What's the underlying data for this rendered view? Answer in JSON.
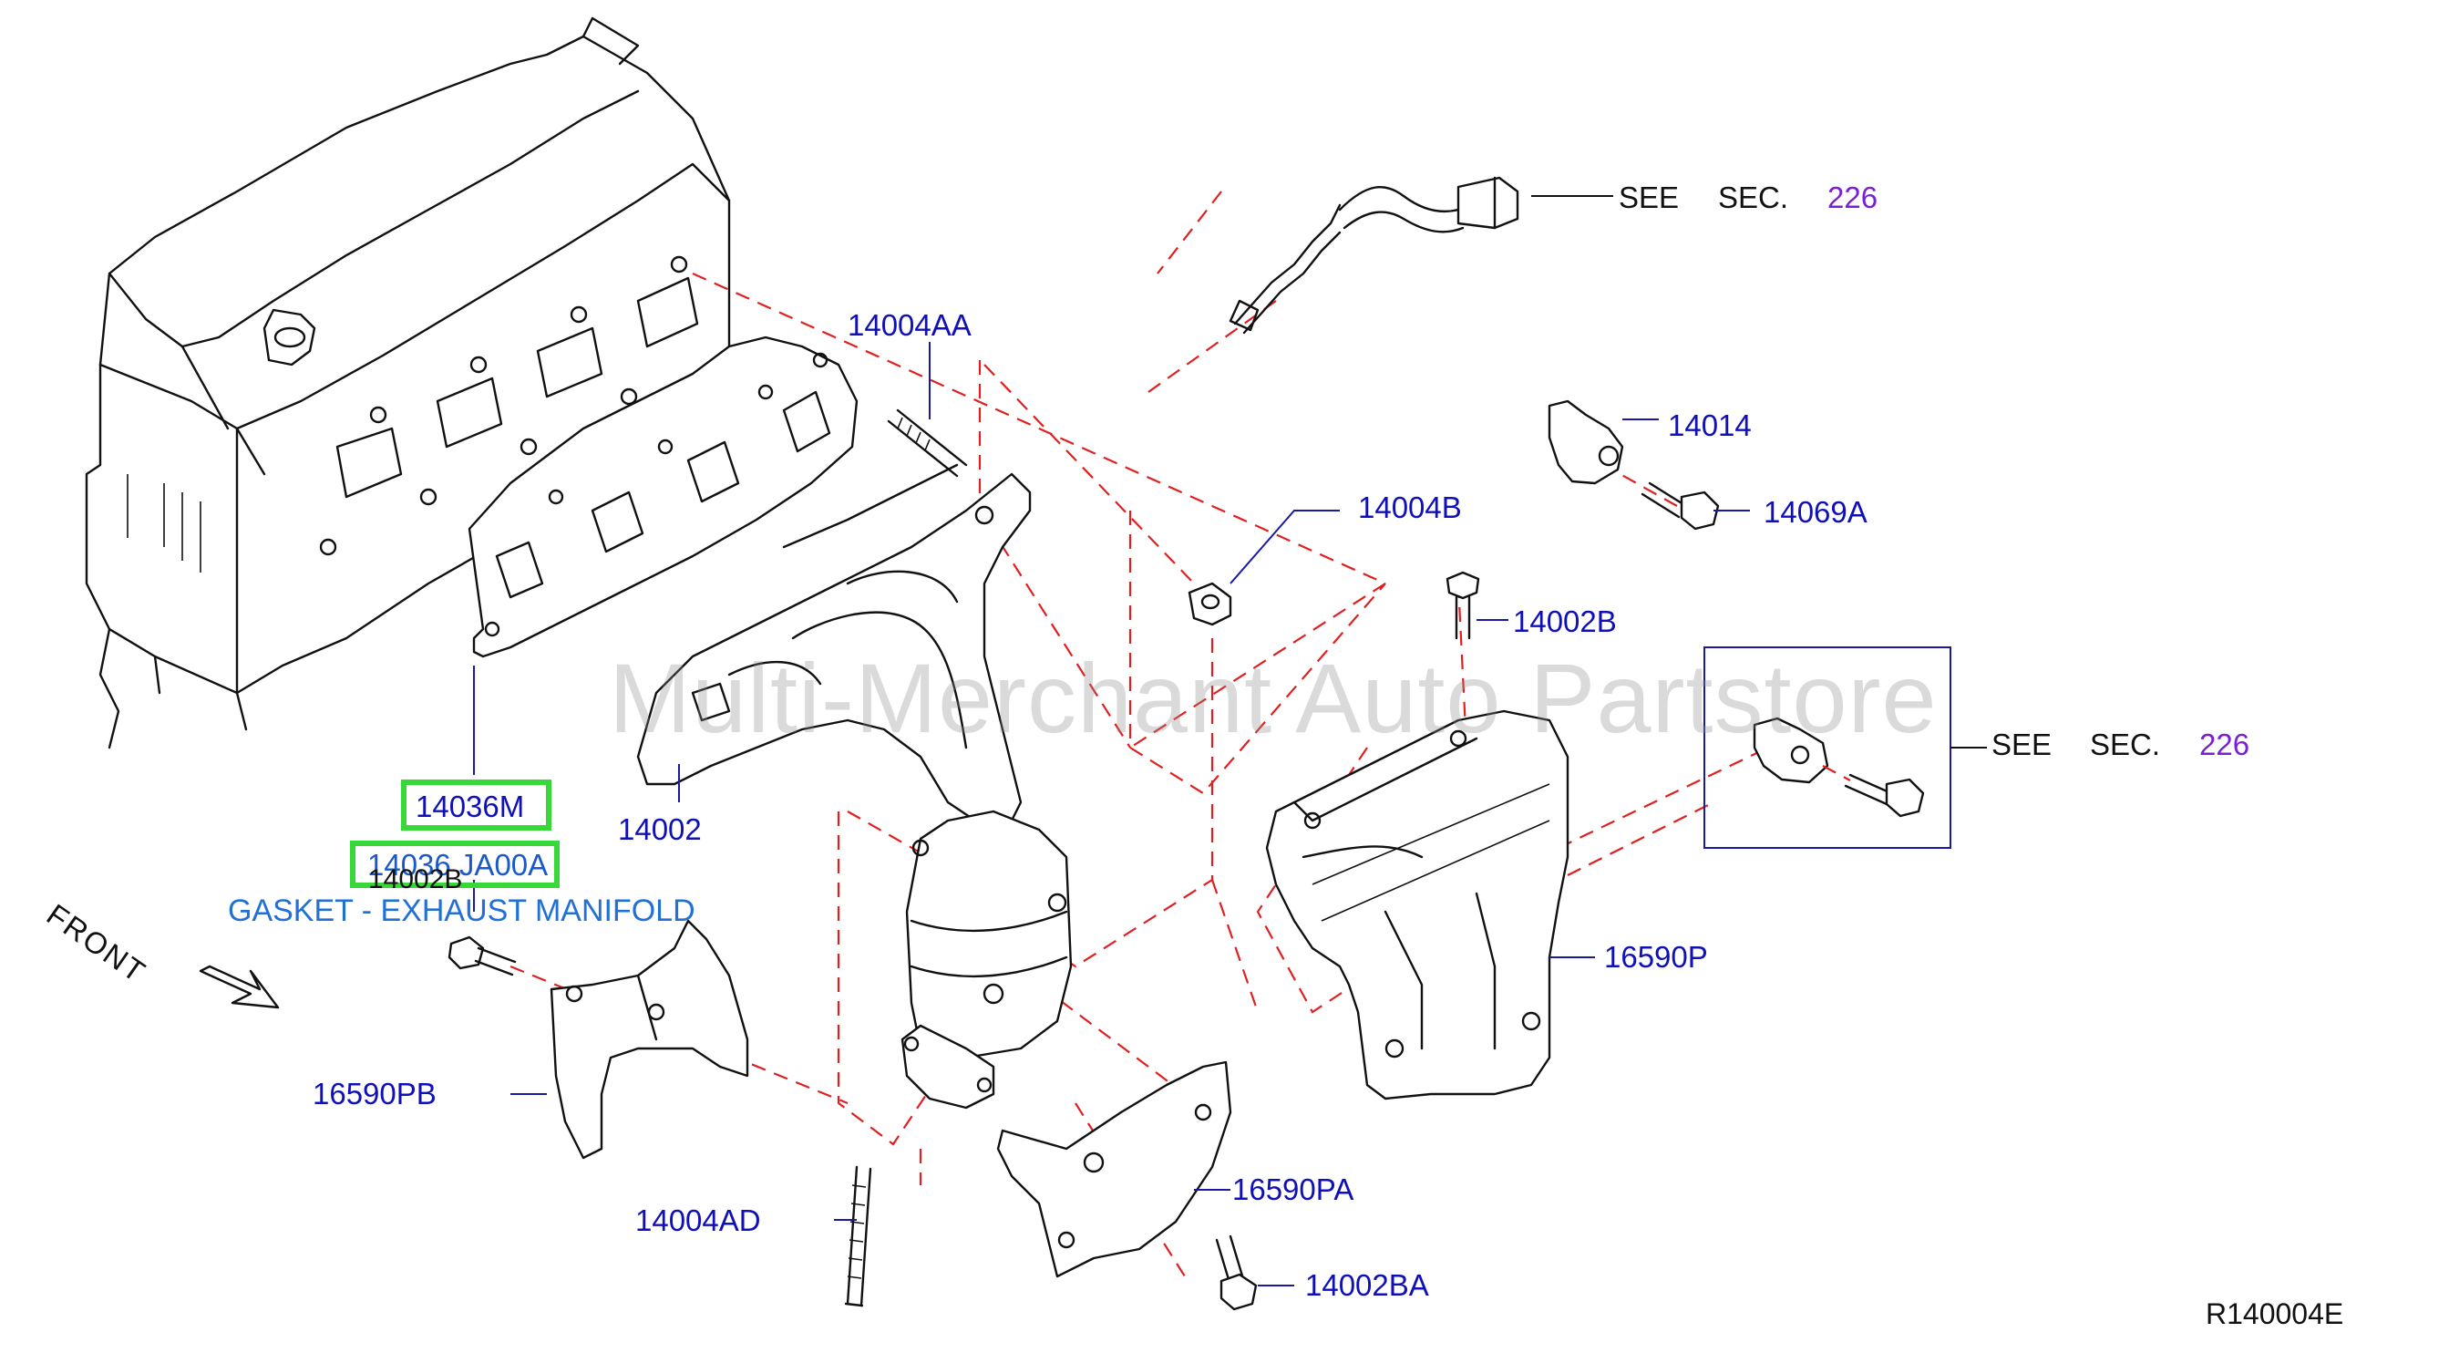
{
  "diagram": {
    "reference_code": "R140004E",
    "watermark": "Multi-Merchant Auto Partstore",
    "front_label": "FRONT",
    "highlighted_parts": [
      {
        "part_no": "14036M"
      },
      {
        "part_no": "14036 JA00A",
        "description": "GASKET - EXHAUST MANIFOLD"
      }
    ],
    "see_references": [
      {
        "see": "SEE",
        "sec": "SEC.",
        "number": "226"
      },
      {
        "see": "SEE",
        "sec": "SEC.",
        "number": "226"
      }
    ],
    "labels": {
      "p14004AA": "14004AA",
      "p14014": "14014",
      "p14004B": "14004B",
      "p14069A": "14069A",
      "p14002B": "14002B",
      "p14002B_left": "14002B",
      "p14002": "14002",
      "p16590P": "16590P",
      "p16590PB": "16590PB",
      "p16590PA": "16590PA",
      "p14004AD": "14004AD",
      "p14002BA": "14002BA"
    },
    "colors": {
      "label_blue": "#1010b8",
      "highlight_green": "#38d838",
      "reference_purple": "#7a1fd6",
      "dashed_red": "#e02020",
      "description_blue": "#2070d8"
    }
  }
}
